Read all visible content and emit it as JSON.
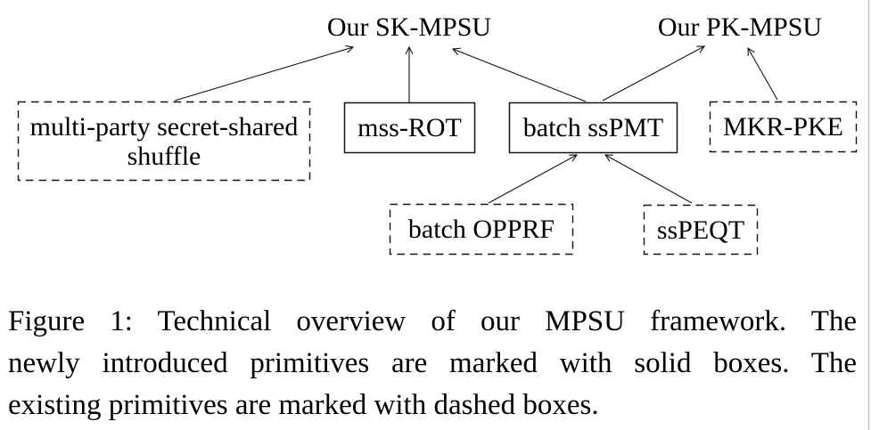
{
  "page": {
    "background": "#ffffff",
    "ink_color": "#141414",
    "page_edge_color": "#c4c4c4"
  },
  "figure": {
    "outputs": [
      {
        "id": "sk-mpsu",
        "label": "Our SK-MPSU"
      },
      {
        "id": "pk-mpsu",
        "label": "Our PK-MPSU"
      }
    ],
    "primitives": [
      {
        "id": "multi-party-shuffle",
        "label": "multi-party secret-shared\nshuffle",
        "box_style": "dashed"
      },
      {
        "id": "mss-rot",
        "label": "mss-ROT",
        "box_style": "solid"
      },
      {
        "id": "batch-sspmt",
        "label": "batch ssPMT",
        "box_style": "solid"
      },
      {
        "id": "mkr-pke",
        "label": "MKR-PKE",
        "box_style": "dashed"
      },
      {
        "id": "batch-opprf",
        "label": "batch OPPRF",
        "box_style": "dashed"
      },
      {
        "id": "sspeqt",
        "label": "ssPEQT",
        "box_style": "dashed"
      }
    ],
    "edges": [
      {
        "from": "multi-party-shuffle",
        "to": "sk-mpsu"
      },
      {
        "from": "mss-rot",
        "to": "sk-mpsu"
      },
      {
        "from": "batch-sspmt",
        "to": "sk-mpsu"
      },
      {
        "from": "batch-sspmt",
        "to": "pk-mpsu"
      },
      {
        "from": "mkr-pke",
        "to": "pk-mpsu"
      },
      {
        "from": "batch-opprf",
        "to": "batch-sspmt"
      },
      {
        "from": "sspeqt",
        "to": "batch-sspmt"
      }
    ]
  },
  "caption": {
    "lines": [
      "Figure 1: Technical overview of our MPSU framework. The",
      "newly introduced primitives are marked with solid boxes. The",
      "existing primitives are marked with dashed boxes."
    ]
  }
}
